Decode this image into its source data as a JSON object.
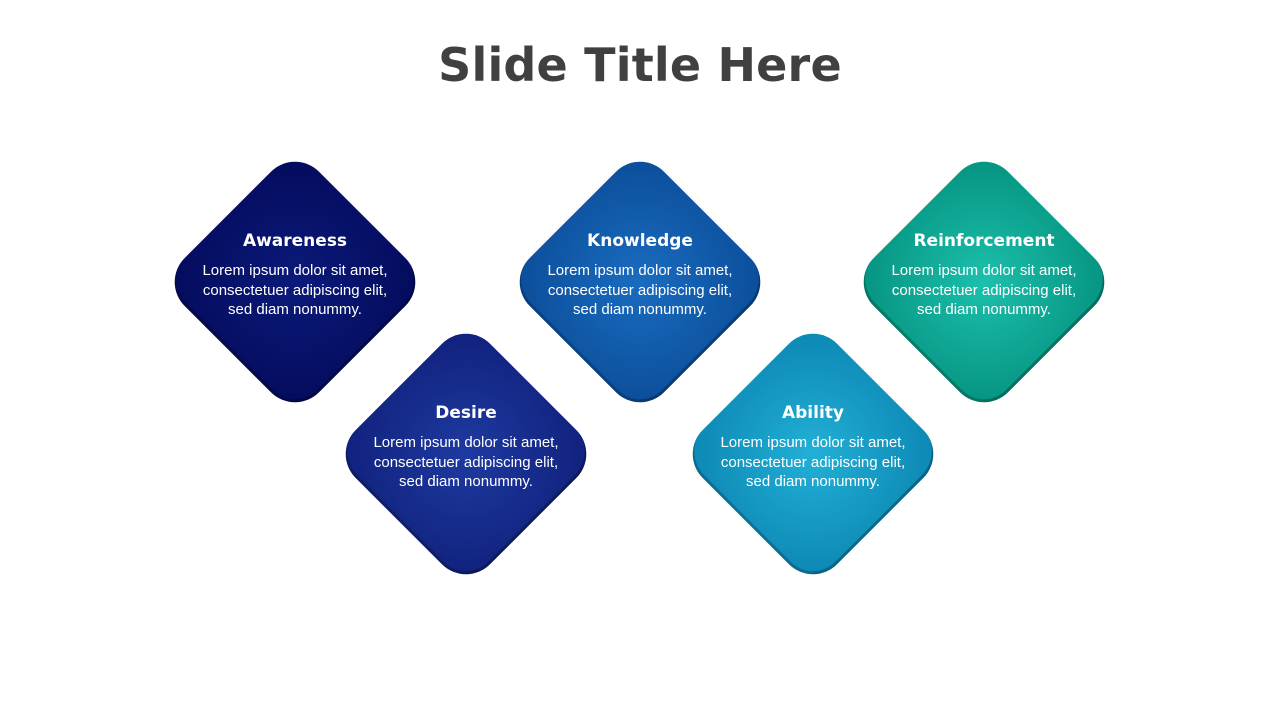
{
  "slide": {
    "title": "Slide Title Here"
  },
  "cards": [
    {
      "title": "Awareness",
      "body": "Lorem ipsum dolor sit amet, consectetuer adipiscing elit, sed diam nonummy.",
      "color": "#05106a"
    },
    {
      "title": "Desire",
      "body": "Lorem ipsum dolor sit amet, consectetuer adipiscing elit, sed diam nonummy.",
      "color": "#142a8c"
    },
    {
      "title": "Knowledge",
      "body": "Lorem ipsum dolor sit amet, consectetuer adipiscing elit, sed diam nonummy.",
      "color": "#0b5aa8"
    },
    {
      "title": "Ability",
      "body": "Lorem ipsum dolor sit amet, consectetuer adipiscing elit, sed diam nonummy.",
      "color": "#129ac4"
    },
    {
      "title": "Reinforcement",
      "body": "Lorem ipsum dolor sit amet, consectetuer adipiscing elit, sed diam nonummy.",
      "color": "#0aa894"
    }
  ]
}
